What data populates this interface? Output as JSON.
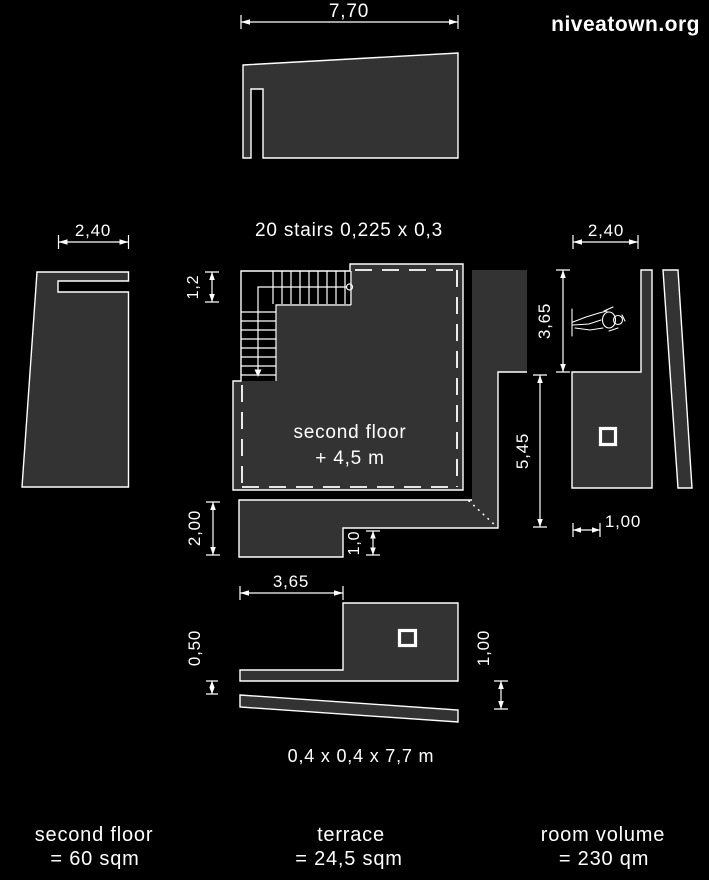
{
  "brand": "niveatown.org",
  "notes": {
    "stairs": "20 stairs 0,225 x 0,3",
    "floor_name": "second floor",
    "floor_level": "+ 4,5 m",
    "beam": "0,4 x 0,4 x 7,7 m"
  },
  "dimensions": {
    "roof_width": "7,70",
    "left_wall_width": "2,40",
    "stair_landing_depth": "1,2",
    "terrace_left_depth": "2,00",
    "terrace_right_depth": "1,0",
    "right_upper_height": "3,65",
    "right_lower_height": "5,45",
    "right_wall_width": "2,40",
    "room_inset": "1,00",
    "terrace_plan_width": "3,65",
    "terrace_plan_gap": "0,50",
    "beam_end_drop": "1,00"
  },
  "legend": [
    {
      "title": "second floor",
      "value": "= 60 sqm"
    },
    {
      "title": "terrace",
      "value": "= 24,5 sqm"
    },
    {
      "title": "room volume",
      "value": "= 230 qm"
    }
  ],
  "colors": {
    "background": "#000000",
    "shape_fill": "#333333",
    "line": "#ffffff"
  }
}
